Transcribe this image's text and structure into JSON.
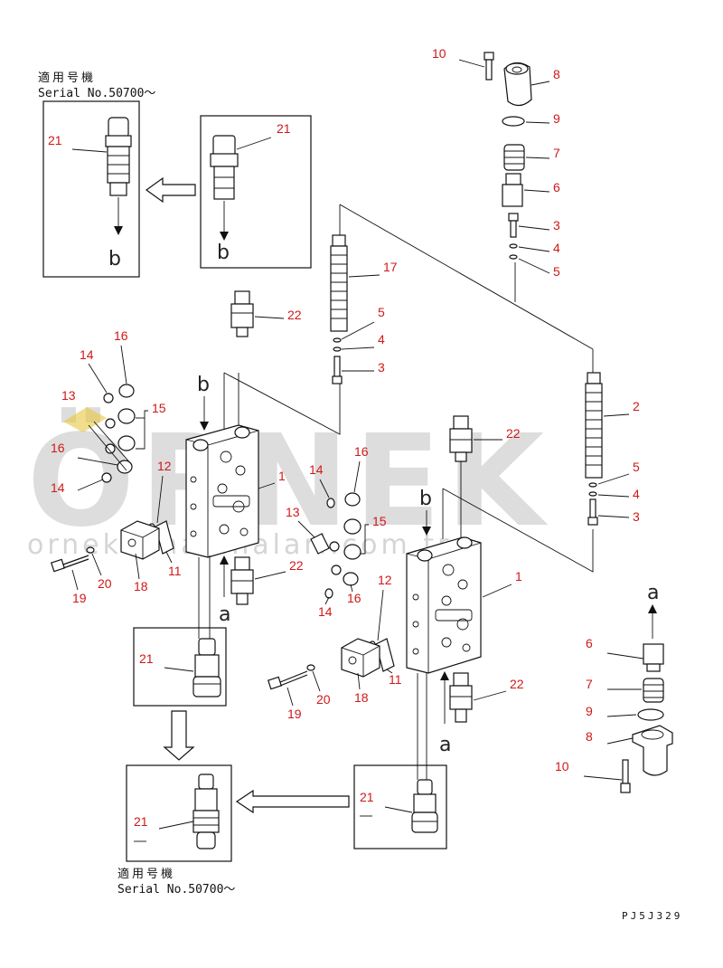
{
  "diagram": {
    "serial_note_top": {
      "kanji": "適用号機",
      "serial": "Serial No.50700～"
    },
    "serial_note_bottom": {
      "kanji": "適用号機",
      "serial": "Serial No.50700～"
    },
    "drawing_code": "PJ5J329",
    "watermark": {
      "brand": "ÖRNEK",
      "url": "ornekismakinalari.com.tr"
    },
    "flow_letters": {
      "a": "a",
      "b": "b"
    },
    "part_labels": {
      "p1": "1",
      "p2": "2",
      "p3": "3",
      "p4": "4",
      "p5": "5",
      "p6": "6",
      "p7": "7",
      "p8": "8",
      "p9": "9",
      "p10": "10",
      "p11": "11",
      "p12": "12",
      "p13": "13",
      "p14": "14",
      "p15": "15",
      "p16": "16",
      "p17": "17",
      "p18": "18",
      "p19": "19",
      "p20": "20",
      "p21": "21",
      "p22": "22"
    }
  }
}
